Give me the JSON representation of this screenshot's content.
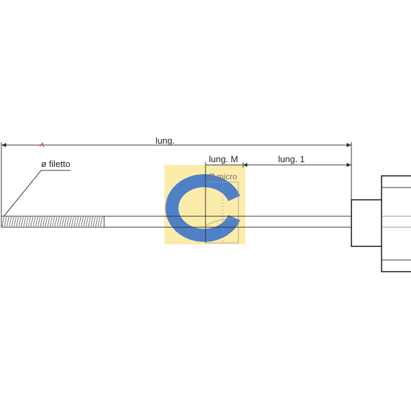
{
  "drawing": {
    "labels": {
      "total_length": "lung.",
      "thread_diameter": "ø filetto",
      "length_m": "lung. M",
      "length_1": "lung. 1",
      "micro_diameter": "Ø micro"
    }
  },
  "logo": {
    "letter": "C",
    "background_color": "#fcecaa",
    "letter_color": "#4f80c6"
  },
  "colors": {
    "line": "#333333",
    "light_line": "#999999",
    "thread": "#555555"
  }
}
